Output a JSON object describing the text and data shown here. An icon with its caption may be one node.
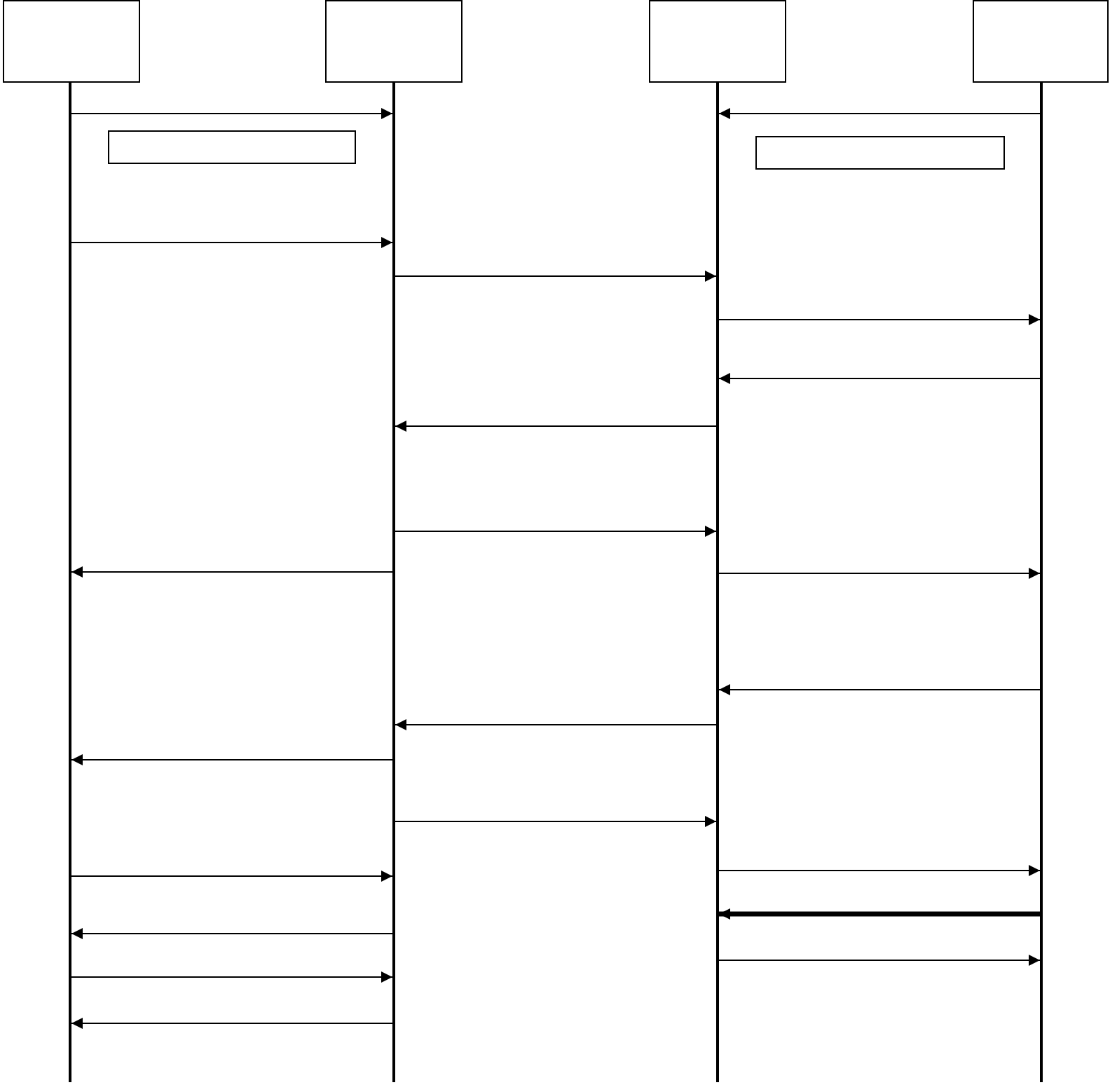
{
  "diagram": {
    "nodes": [
      {
        "text": [],
        "shape": "box"
      },
      {
        "text": [],
        "shape": "box"
      },
      {
        "text": [],
        "shape": "box"
      },
      {
        "text": [],
        "shape": "box"
      },
      {
        "text": [],
        "shape": "bar"
      },
      {
        "text": [],
        "shape": "bar"
      },
      {
        "text": [],
        "shape": "bar"
      },
      {
        "text": [],
        "shape": "bar"
      },
      {
        "text": [],
        "shape": "box"
      },
      {
        "text": [],
        "shape": "box"
      }
    ],
    "edges": [
      {
        "from": 4,
        "to": 5,
        "arrow": "to"
      },
      {
        "from": 7,
        "to": 6,
        "arrow": "to"
      },
      {
        "from": 4,
        "to": 5,
        "arrow": "to"
      },
      {
        "from": 5,
        "to": 6,
        "arrow": "to"
      },
      {
        "from": 6,
        "to": 7,
        "arrow": "to"
      },
      {
        "from": 7,
        "to": 6,
        "arrow": "to"
      },
      {
        "from": 6,
        "to": 5,
        "arrow": "to"
      },
      {
        "from": 5,
        "to": 6,
        "arrow": "to"
      },
      {
        "from": 5,
        "to": 4,
        "arrow": "to"
      },
      {
        "from": 6,
        "to": 7,
        "arrow": "to"
      },
      {
        "from": 7,
        "to": 6,
        "arrow": "to"
      },
      {
        "from": 6,
        "to": 5,
        "arrow": "to"
      },
      {
        "from": 5,
        "to": 4,
        "arrow": "to"
      },
      {
        "from": 5,
        "to": 6,
        "arrow": "to"
      },
      {
        "from": 6,
        "to": 7,
        "arrow": "to"
      },
      {
        "from": 4,
        "to": 5,
        "arrow": "to"
      },
      {
        "from": 7,
        "to": 6,
        "arrow": "to",
        "style": "thick"
      },
      {
        "from": 5,
        "to": 4,
        "arrow": "to"
      },
      {
        "from": 6,
        "to": 7,
        "arrow": "to"
      },
      {
        "from": 4,
        "to": 5,
        "arrow": "to"
      },
      {
        "from": 5,
        "to": 4,
        "arrow": "to"
      }
    ]
  }
}
